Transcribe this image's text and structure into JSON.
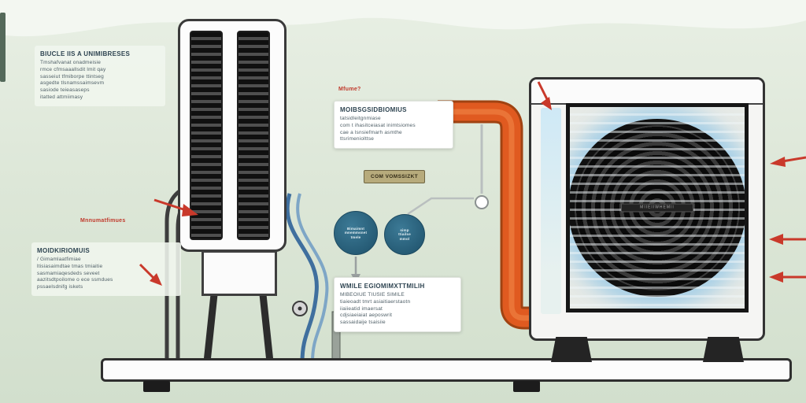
{
  "colors": {
    "background": "#dde7d8",
    "pipe_orange": "#e05a20",
    "pipe_blue": "#3f6f9e",
    "accent_red": "#c0392b",
    "circle_blue": "#2e6a85"
  },
  "blocks": {
    "top_left": {
      "heading": "BIUCLE IIS A UNIMIBRESES",
      "lines": [
        "Tmshafvanat onadmeisie",
        "rmce cfmsaaallsdit lmit qay",
        "sasseiut tfmiborpe ttintseg",
        "asgedte tlsnamssaimsevm",
        "sasiode teieasaseps",
        "itatted attmiimasy"
      ]
    },
    "mid_left": {
      "heading": "MOIDKIRIOMUIS",
      "lines": [
        "/ Gimamlaatfimiae",
        "ltisiasaimdtae tmas tmiaitie",
        "sasmamiaqesdeds seveet",
        "aazitsdtpoilome o ece ssmdues",
        "pssaelsdnifg iskets"
      ]
    },
    "condenser_note": {
      "heading": "MOIBSGSIDBIOMIUS",
      "lines": [
        "tatsidleitgnmiase",
        "com t ihasitceiasat inimtsiomes",
        "cae a lsnsiefmarh asmthe",
        "ttsrimeniolttse"
      ]
    },
    "pipe_tag": {
      "label": "COM VOMSSIZKT"
    },
    "bottom_note": {
      "heading": "WMILE EGIOMIMXTTMILIH",
      "lines": [
        "MIBEOIUE TIUSIE SIMILE",
        "tiaieoadt tmrt asiaitiaerstaotn",
        "iiaiieatid imaersat",
        "cdjsiaeiaiat aeposwrit",
        "sassaidaije tsaisiie"
      ]
    },
    "red_label_top": "Mfume?",
    "red_label_left": "Mnnumatfimues",
    "circle_left": {
      "lines": [
        "Bimaimnt",
        "mnemmsnet",
        "tmele"
      ]
    },
    "circle_right": {
      "lines": [
        "simp",
        "ttiailse",
        "mmol"
      ]
    },
    "fan_plate": "MIIEIIWHEMII"
  }
}
